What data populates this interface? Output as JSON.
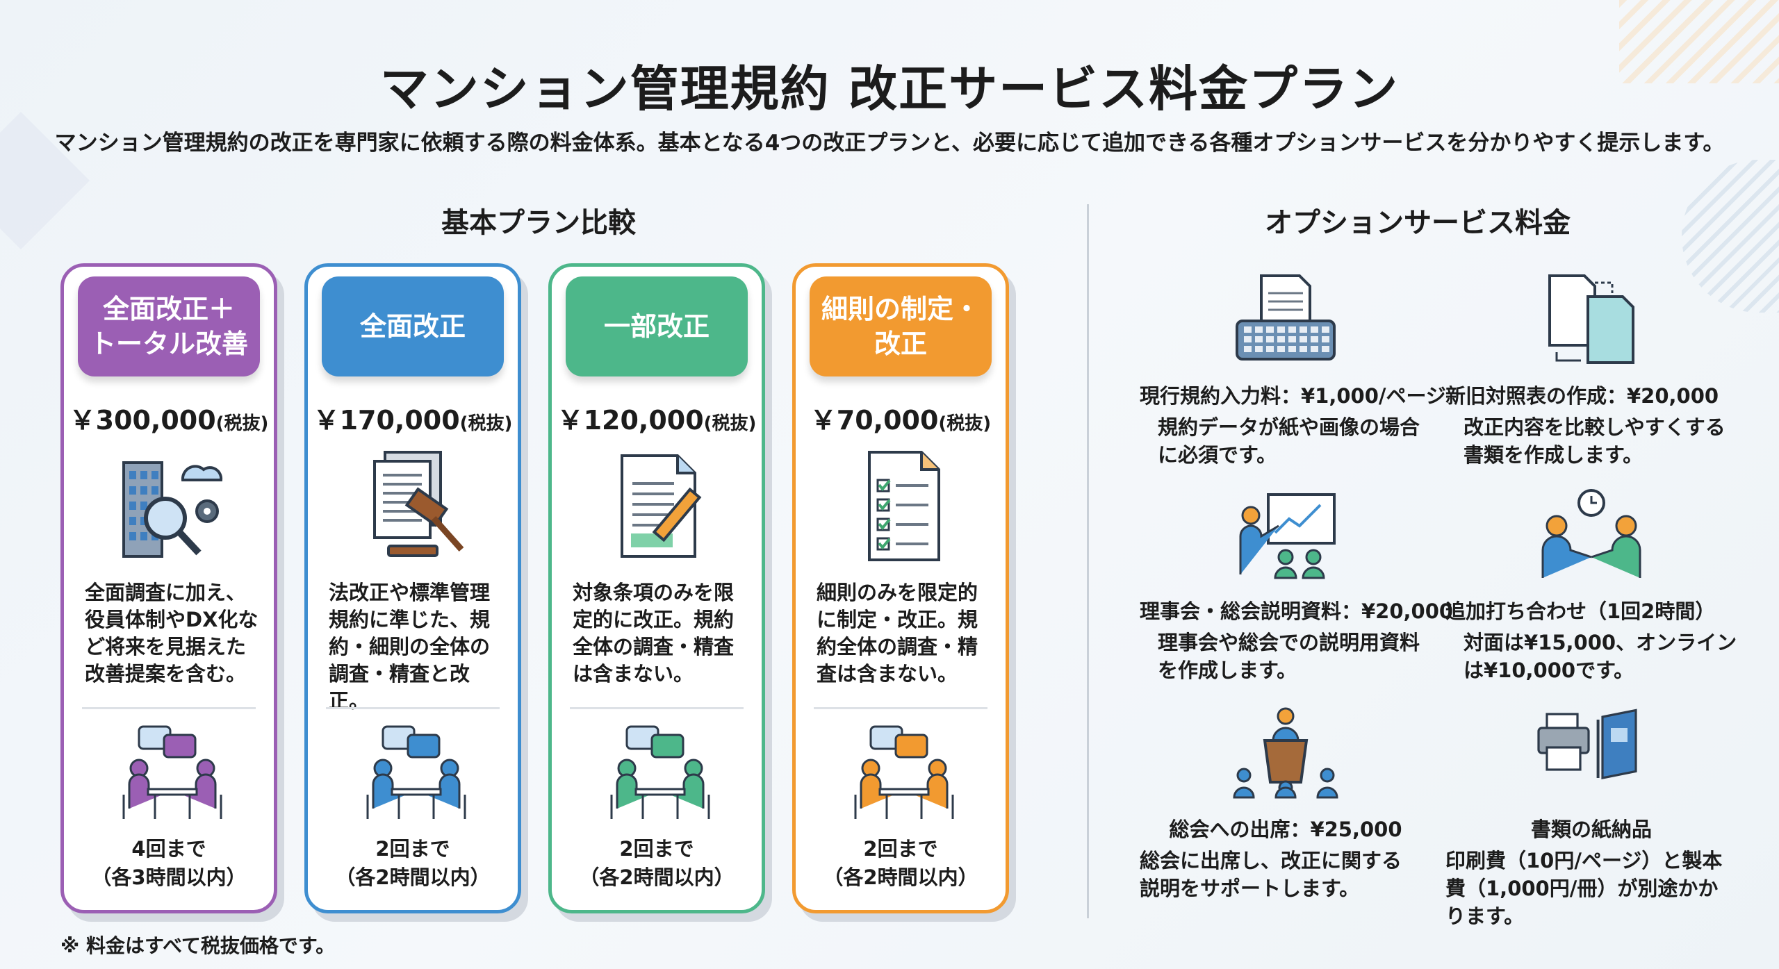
{
  "header": {
    "title": "マンション管理規約 改正サービス料金プラン",
    "subtitle": "マンション管理規約の改正を専門家に依頼する際の料金体系。基本となる4つの改正プランと、必要に応じて追加できる各種オプションサービスを分かりやすく提示します。"
  },
  "plans_section": {
    "heading": "基本プラン比較",
    "plans": [
      {
        "name": "全面改正＋\nトータル改善",
        "price": "￥300,000",
        "tax": "(税抜)",
        "icon": "building-search-cloud-gear-icon",
        "color": "#9b5fb4",
        "description": "全面調査に加え、役員体制やDX化など将来を見据えた改善提案を含む。",
        "meetings": "4回まで",
        "meeting_duration": "（各3時間以内）"
      },
      {
        "name": "全面改正",
        "price": "￥170,000",
        "tax": "(税抜)",
        "icon": "documents-gavel-icon",
        "color": "#3e8ed0",
        "description": "法改正や標準管理規約に準じた、規約・細則の全体の調査・精査と改正。",
        "meetings": "2回まで",
        "meeting_duration": "（各2時間以内）"
      },
      {
        "name": "一部改正",
        "price": "￥120,000",
        "tax": "(税抜)",
        "icon": "document-pencil-icon",
        "color": "#4db78a",
        "description": "対象条項のみを限定的に改正。規約全体の調査・精査は含まない。",
        "meetings": "2回まで",
        "meeting_duration": "（各2時間以内）"
      },
      {
        "name": "細則の制定・\n改正",
        "price": "￥70,000",
        "tax": "(税抜)",
        "icon": "checklist-icon",
        "color": "#f29a30",
        "description": "細則のみを限定的に制定・改正。規約全体の調査・精査は含まない。",
        "meetings": "2回まで",
        "meeting_duration": "（各2時間以内）"
      }
    ]
  },
  "options_section": {
    "heading": "オプションサービス料金",
    "options": [
      {
        "title": "現行規約入力料：¥1,000/ページ",
        "description": "規約データが紙や画像の場合に必須です。",
        "icon": "typewriter-icon"
      },
      {
        "title": "新旧対照表の作成：¥20,000",
        "description": "改正内容を比較しやすくする書類を作成します。",
        "icon": "document-compare-icon"
      },
      {
        "title": "理事会・総会説明資料：¥20,000",
        "description": "理事会や総会での説明用資料を作成します。",
        "icon": "presentation-icon"
      },
      {
        "title": "追加打ち合わせ（1回2時間）",
        "description": "対面は¥15,000、オンラインは¥10,000です。",
        "icon": "handshake-clock-icon"
      },
      {
        "title": "総会への出席：¥25,000",
        "description": "総会に出席し、改正に関する説明をサポートします。",
        "icon": "podium-audience-icon"
      },
      {
        "title": "書類の紙納品",
        "description": "印刷費（10円/ページ）と製本費（1,000円/冊）が別途かかります。",
        "icon": "printer-binder-icon"
      }
    ]
  },
  "footnote": "※ 料金はすべて税抜価格です。"
}
